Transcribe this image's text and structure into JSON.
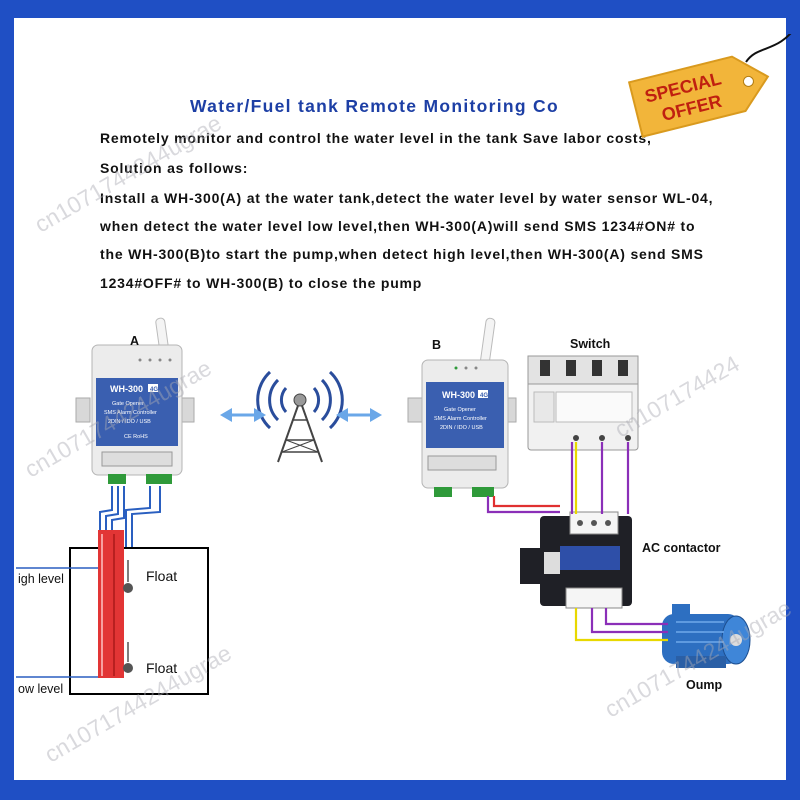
{
  "title": "Water/Fuel tank Remote Monitoring Co",
  "lines": [
    "Remotely monitor and control the water level in the tank Save labor costs,",
    "Solution as follows:",
    "Install a WH-300(A) at the water tank,detect the water level by water sensor WL-04,",
    "when detect the water level low level,then WH-300(A)will send SMS 1234#ON# to",
    "the WH-300(B)to start the pump,when detect high level,then WH-300(A) send SMS",
    "1234#OFF# to WH-300(B) to close the pump"
  ],
  "device_a_label": "A",
  "device_b_label": "B",
  "device": {
    "model": "WH-300",
    "badge": "4G",
    "line1": "Gate Opener",
    "line2": "SMS Alarm Controller",
    "line3": "2DIN / IDO / USB",
    "cert": "CE RoHS"
  },
  "switch_label": "Switch",
  "contactor_label": "AC contactor",
  "pump_label": "Oump",
  "high_level_label": "igh level",
  "low_level_label": "ow level",
  "float_label_top": "Float",
  "float_label_bottom": "Float",
  "tag": {
    "line1": "SPECIAL",
    "line2": "OFFER"
  },
  "watermarks": [
    "cn1071744244ugrae",
    "cn1071744244ugrae",
    "cn1071744244ugrae",
    "cn1071744244ugrae",
    "cn107174424"
  ],
  "colors": {
    "frame": "#1f4fc4",
    "title": "#1d3fa5",
    "device_body": "#3a5fb0",
    "pipe": "#e03030",
    "wire_purple": "#8b2fb8",
    "wire_yellow": "#e8d800",
    "tag": "#f2b53a"
  }
}
